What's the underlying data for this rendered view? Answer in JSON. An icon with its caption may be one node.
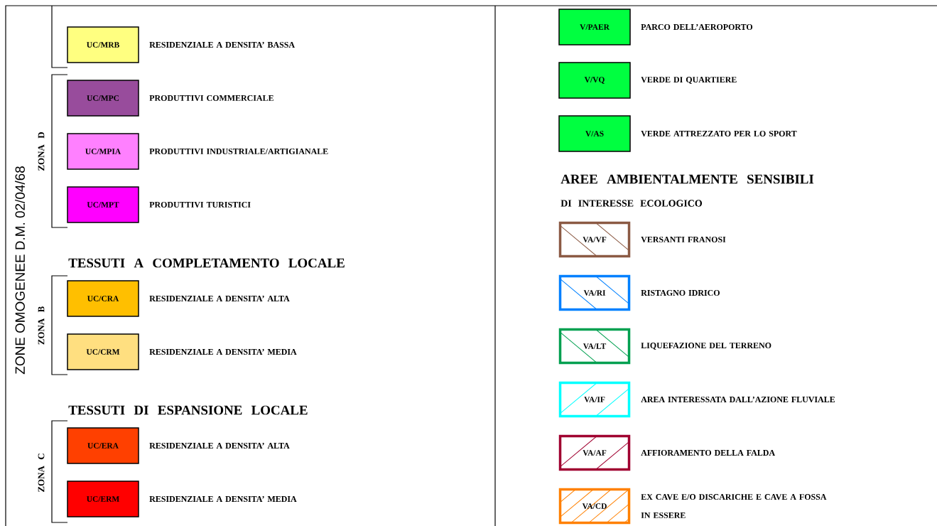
{
  "diagram": {
    "nodes": [
      {
        "text": [
          "UC/MRB"
        ],
        "beside": [
          "RESIDENZIALE A DENSITA’ BASSA"
        ]
      },
      {
        "text": [
          "UC/MPC"
        ],
        "beside": [
          "PRODUTTIVI COMMERCIALE"
        ]
      },
      {
        "text": [
          "UC/MPIA"
        ],
        "beside": [
          "PRODUTTIVI INDUSTRIALE/ARTIGIANALE"
        ]
      },
      {
        "text": [
          "UC/MPT"
        ],
        "beside": [
          "PRODUTTIVI TURISTICI"
        ]
      },
      {
        "text": [
          "UC/CRA"
        ],
        "beside": [
          "RESIDENZIALE A DENSITA’ ALTA"
        ]
      },
      {
        "text": [
          "UC/CRM"
        ],
        "beside": [
          "RESIDENZIALE A DENSITA’ MEDIA"
        ]
      },
      {
        "text": [
          "UC/ERA"
        ],
        "beside": [
          "RESIDENZIALE A DENSITA’ ALTA"
        ]
      },
      {
        "text": [
          "UC/ERM"
        ],
        "beside": [
          "RESIDENZIALE A DENSITA’ MEDIA"
        ]
      },
      {
        "text": [
          "V/PAER"
        ],
        "beside": [
          "PARCO DELL’AEROPORTO"
        ]
      },
      {
        "text": [
          "V/VQ"
        ],
        "beside": [
          "VERDE DI QUARTIERE"
        ]
      },
      {
        "text": [
          "V/AS"
        ],
        "beside": [
          "VERDE ATTREZZATO PER LO SPORT"
        ]
      },
      {
        "text": [
          "VA/VF"
        ],
        "beside": [
          "VERSANTI FRANOSI"
        ]
      },
      {
        "text": [
          "VA/RI"
        ],
        "beside": [
          "RISTAGNO IDRICO"
        ]
      },
      {
        "text": [
          "VA/LT"
        ],
        "beside": [
          "LIQUEFAZIONE DEL TERRENO"
        ]
      },
      {
        "text": [
          "VA/IF"
        ],
        "beside": [
          "AREA INTERESSATA DALL’AZIONE FLUVIALE"
        ]
      },
      {
        "text": [
          "VA/AF"
        ],
        "beside": [
          "AFFIORAMENTO DELLA FALDA"
        ]
      },
      {
        "text": [
          "VA/CD"
        ],
        "beside": [
          "EX CAVE E/O DISCARICHE E CAVE A FOSSA IN ESSERE"
        ]
      }
    ],
    "labels": [
      "ZONE OMOGENEE D.M. 02/04/68",
      "ZONA D",
      "TESSUTI A COMPLETAMENTO LOCALE",
      "ZONA B",
      "TESSUTI DI ESPANSIONE LOCALE",
      "ZONA C",
      "AREE AMBIENTALMENTE SENSIBILI",
      "DI INTERESSE ECOLOGICO"
    ]
  }
}
